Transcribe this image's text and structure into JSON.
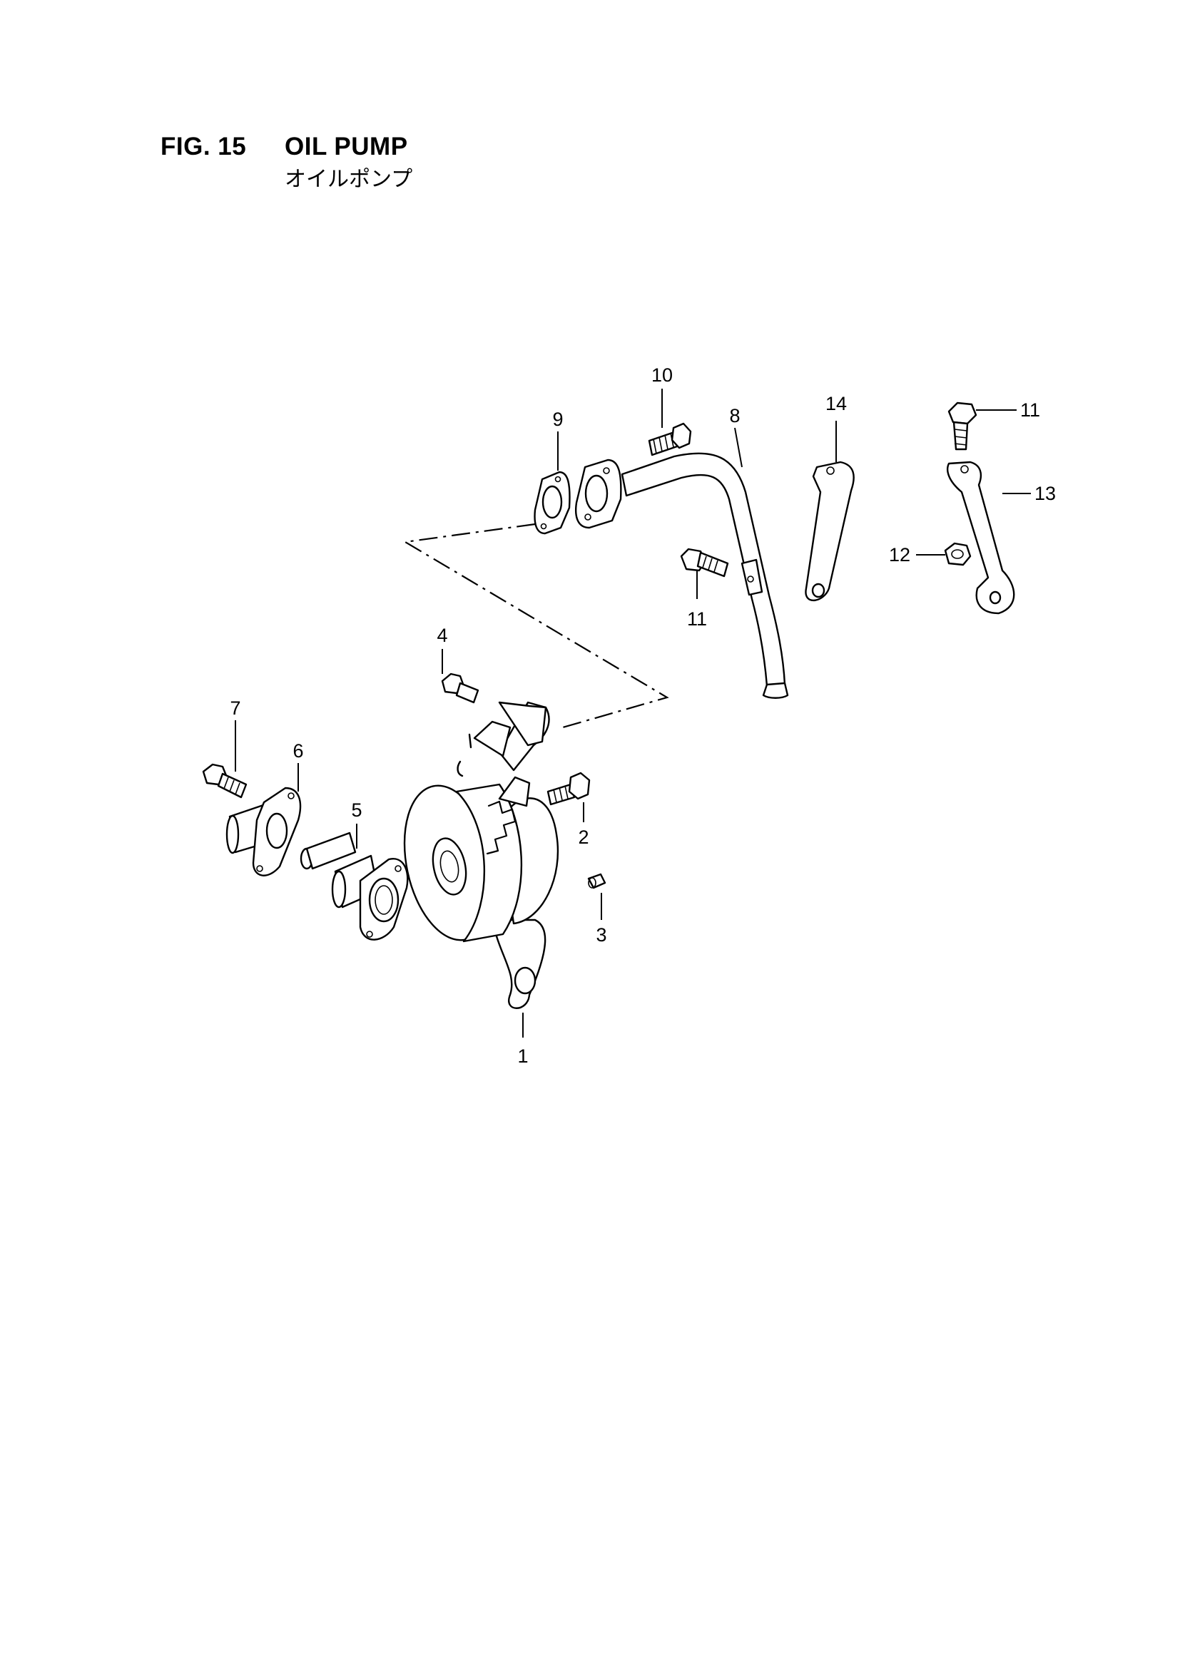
{
  "figure": {
    "number": "FIG. 15",
    "title": "OIL PUMP",
    "subtitle": "オイルポンプ"
  },
  "callouts": [
    "1",
    "2",
    "3",
    "4",
    "5",
    "6",
    "7",
    "8",
    "9",
    "10",
    "11",
    "11",
    "12",
    "13",
    "14"
  ]
}
